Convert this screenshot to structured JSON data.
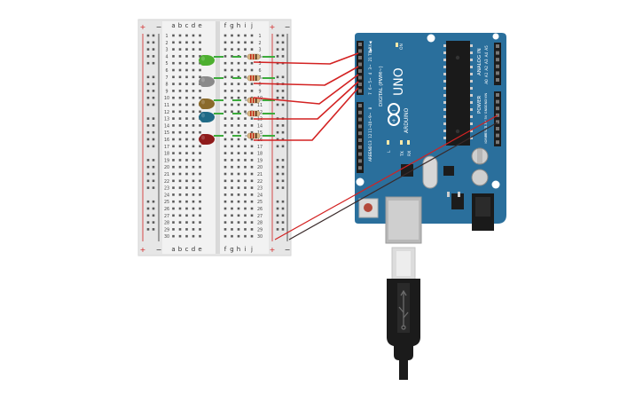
{
  "breadboard": {
    "col_letters_left": [
      "a",
      "b",
      "c",
      "d",
      "e"
    ],
    "col_letters_right": [
      "f",
      "g",
      "h",
      "i",
      "j"
    ],
    "row_numbers": [
      "1",
      "2",
      "3",
      "4",
      "5",
      "6",
      "7",
      "8",
      "9",
      "10",
      "11",
      "12",
      "13",
      "14",
      "15",
      "16",
      "17",
      "18",
      "19",
      "20",
      "21",
      "22",
      "23",
      "24",
      "25",
      "26",
      "27",
      "28",
      "29",
      "30"
    ],
    "rail_plus": "+",
    "rail_minus": "−"
  },
  "leds": [
    {
      "name": "led-green",
      "color": "#4caf2f"
    },
    {
      "name": "led-gray",
      "color": "#8a8a8a"
    },
    {
      "name": "led-amber",
      "color": "#8a6a2a"
    },
    {
      "name": "led-blue",
      "color": "#1f6a86"
    },
    {
      "name": "led-red",
      "color": "#8e1a1a"
    }
  ],
  "arduino": {
    "model": "UNO",
    "brand": "ARDUINO",
    "digital_header_label": "DIGITAL (PWM~)",
    "analog_header_label": "ANALOG IN",
    "power_header_label": "POWER",
    "digital_pins": [
      "0 RX◀",
      "1 TX▶",
      "2",
      "3~",
      "4",
      "5~",
      "6~",
      "7",
      "8",
      "9~",
      "10~",
      "11~",
      "12",
      "13",
      "GND",
      "AREF"
    ],
    "analog_pins": [
      "A0",
      "A1",
      "A2",
      "A3",
      "A4",
      "A5"
    ],
    "power_pins": [
      "VIN",
      "GND",
      "GND",
      "5V",
      "3.3V",
      "RESET",
      "IOREF"
    ],
    "led_labels": [
      "L",
      "TX",
      "RX"
    ],
    "on_label": "ON",
    "board_color": "#2a6f9c"
  },
  "colors": {
    "wire_red": "#d32222",
    "wire_dark": "#3a2a2a",
    "jumper_green": "#3cab3c",
    "board_gray": "#e8e8e8"
  }
}
